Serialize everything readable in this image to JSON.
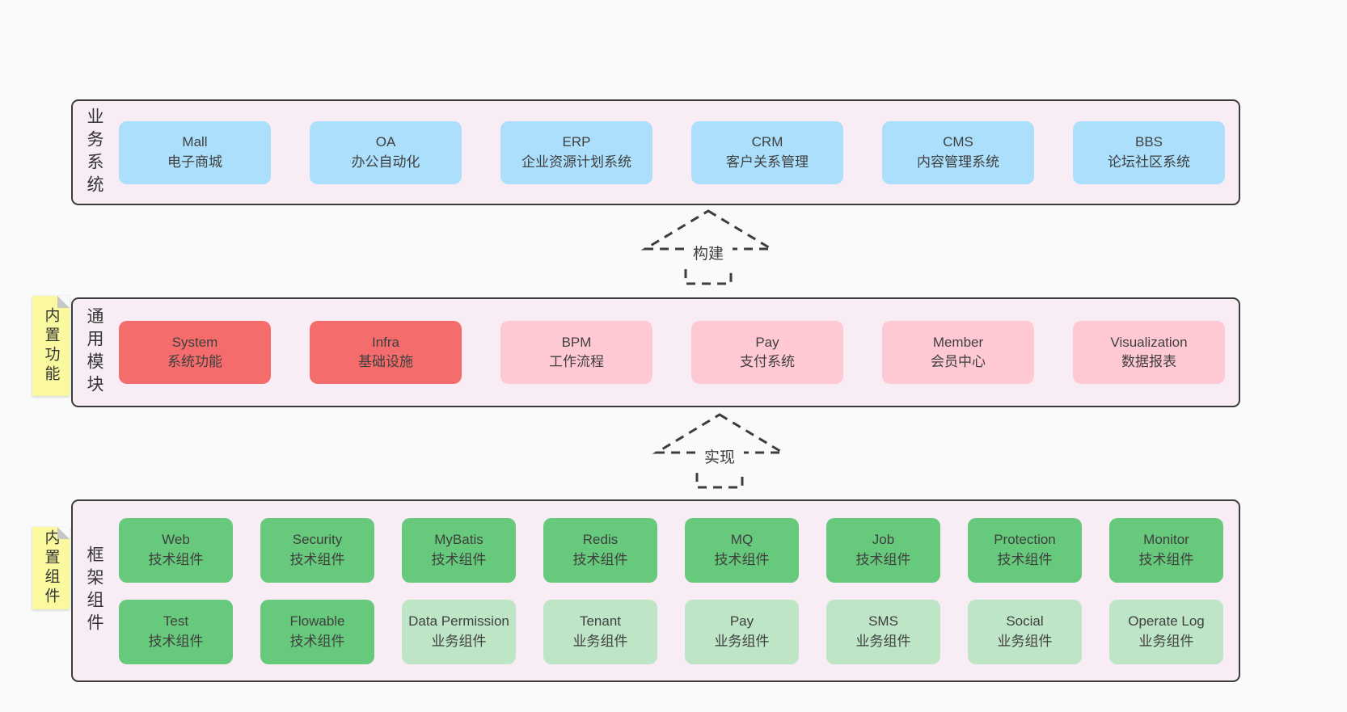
{
  "colors": {
    "page_bg": "#fafafa",
    "layer_bg": "#f8ecf5",
    "layer_border": "#3b3b3b",
    "blue_box": "#abdffb",
    "red_box": "#f56c6c",
    "pink_box": "#ffc9d4",
    "green_box": "#66c97b",
    "light_green_box": "#bee5c6",
    "note_yellow": "#fbf9a0",
    "note_fold_gray": "#c6c6c6",
    "text": "#3f3f3f"
  },
  "arrows": [
    {
      "label": "构建"
    },
    {
      "label": "实现"
    }
  ],
  "layers": [
    {
      "id": "business-systems",
      "label": "业务系统",
      "boxes": [
        {
          "name": "Mall",
          "desc": "电子商城",
          "type": "blue"
        },
        {
          "name": "OA",
          "desc": "办公自动化",
          "type": "blue"
        },
        {
          "name": "ERP",
          "desc": "企业资源计划系统",
          "type": "blue"
        },
        {
          "name": "CRM",
          "desc": "客户关系管理",
          "type": "blue"
        },
        {
          "name": "CMS",
          "desc": "内容管理系统",
          "type": "blue"
        },
        {
          "name": "BBS",
          "desc": "论坛社区系统",
          "type": "blue"
        }
      ]
    },
    {
      "id": "common-modules",
      "label": "通用模块",
      "note": "内置功能",
      "boxes": [
        {
          "name": "System",
          "desc": "系统功能",
          "type": "red"
        },
        {
          "name": "Infra",
          "desc": "基础设施",
          "type": "red"
        },
        {
          "name": "BPM",
          "desc": "工作流程",
          "type": "pink"
        },
        {
          "name": "Pay",
          "desc": "支付系统",
          "type": "pink"
        },
        {
          "name": "Member",
          "desc": "会员中心",
          "type": "pink"
        },
        {
          "name": "Visualization",
          "desc": "数据报表",
          "type": "pink"
        }
      ]
    },
    {
      "id": "framework-components",
      "label": "框架组件",
      "note": "内置组件",
      "rows": [
        [
          {
            "name": "Web",
            "desc": "技术组件",
            "type": "green"
          },
          {
            "name": "Security",
            "desc": "技术组件",
            "type": "green"
          },
          {
            "name": "MyBatis",
            "desc": "技术组件",
            "type": "green"
          },
          {
            "name": "Redis",
            "desc": "技术组件",
            "type": "green"
          },
          {
            "name": "MQ",
            "desc": "技术组件",
            "type": "green"
          },
          {
            "name": "Job",
            "desc": "技术组件",
            "type": "green"
          },
          {
            "name": "Protection",
            "desc": "技术组件",
            "type": "green"
          },
          {
            "name": "Monitor",
            "desc": "技术组件",
            "type": "green"
          }
        ],
        [
          {
            "name": "Test",
            "desc": "技术组件",
            "type": "green"
          },
          {
            "name": "Flowable",
            "desc": "技术组件",
            "type": "green"
          },
          {
            "name": "Data Permission",
            "desc": "业务组件",
            "type": "lightgreen"
          },
          {
            "name": "Tenant",
            "desc": "业务组件",
            "type": "lightgreen"
          },
          {
            "name": "Pay",
            "desc": "业务组件",
            "type": "lightgreen"
          },
          {
            "name": "SMS",
            "desc": "业务组件",
            "type": "lightgreen"
          },
          {
            "name": "Social",
            "desc": "业务组件",
            "type": "lightgreen"
          },
          {
            "name": "Operate Log",
            "desc": "业务组件",
            "type": "lightgreen"
          }
        ]
      ]
    }
  ]
}
